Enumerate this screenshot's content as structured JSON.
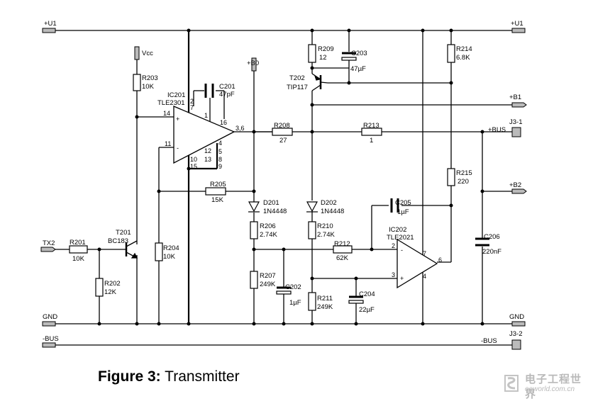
{
  "nets": {
    "u1_left": "+U1",
    "u1_right": "+U1",
    "vcc": "Vcc",
    "b0": "+B0",
    "b1": "+B1",
    "b2": "+B2",
    "bus_pos": "+BUS",
    "j3_1": "J3-1",
    "tx2": "TX2",
    "gnd_left": "GND",
    "gnd_right": "GND",
    "bus_neg_left": "-BUS",
    "bus_neg_right": "-BUS",
    "j3_2": "J3-2"
  },
  "components": {
    "R203": {
      "ref": "R203",
      "value": "10K"
    },
    "C201": {
      "ref": "C201",
      "value": "47pF"
    },
    "IC201": {
      "ref": "IC201",
      "value": "TLE2301"
    },
    "R205": {
      "ref": "R205",
      "value": "15K"
    },
    "R204": {
      "ref": "R204",
      "value": "10K"
    },
    "R201": {
      "ref": "R201",
      "value": "10K"
    },
    "R202": {
      "ref": "R202",
      "value": "12K"
    },
    "T201": {
      "ref": "T201",
      "value": "BC183"
    },
    "R209": {
      "ref": "R209",
      "value": "12"
    },
    "C203": {
      "ref": "C203",
      "value": "47µF"
    },
    "T202": {
      "ref": "T202",
      "value": "TIP117"
    },
    "R214": {
      "ref": "R214",
      "value": "6.8K"
    },
    "R208": {
      "ref": "R208",
      "value": "27"
    },
    "R213": {
      "ref": "R213",
      "value": "1"
    },
    "R215": {
      "ref": "R215",
      "value": "220"
    },
    "D201": {
      "ref": "D201",
      "value": "1N4448"
    },
    "D202": {
      "ref": "D202",
      "value": "1N4448"
    },
    "C205": {
      "ref": "C205",
      "value": "1µF"
    },
    "R206": {
      "ref": "R206",
      "value": "2.74K"
    },
    "R210": {
      "ref": "R210",
      "value": "2.74K"
    },
    "IC202": {
      "ref": "IC202",
      "value": "TLE2021"
    },
    "C206": {
      "ref": "C206",
      "value": "220nF"
    },
    "R212": {
      "ref": "R212",
      "value": "62K"
    },
    "R207": {
      "ref": "R207",
      "value": "249K"
    },
    "C202": {
      "ref": "C202",
      "value": "1µF"
    },
    "R211": {
      "ref": "R211",
      "value": "249K"
    },
    "C204": {
      "ref": "C204",
      "value": "22µF"
    }
  },
  "pins": {
    "ic201_p14": "14",
    "ic201_p11": "11",
    "ic201_p2": "2",
    "ic201_p7": "7",
    "ic201_p1": "1",
    "ic201_p16": "16",
    "ic201_p36": "3,6",
    "ic201_p4": "4",
    "ic201_p5": "5",
    "ic201_p8": "8",
    "ic201_p9": "9",
    "ic201_p12": "12",
    "ic201_p13": "13",
    "ic201_p10": "10",
    "ic201_p15": "15",
    "ic201_plus": "+",
    "ic201_minus": "-",
    "ic202_p2": "2",
    "ic202_p3": "3",
    "ic202_p7": "7",
    "ic202_p6": "6",
    "ic202_p4": "4",
    "ic202_minus": "-",
    "ic202_plus": "+"
  },
  "caption": {
    "bold": "Figure 3:",
    "text": "Transmitter"
  },
  "watermark": {
    "title": "电子工程世界",
    "url": "eeworld.com.cn"
  }
}
